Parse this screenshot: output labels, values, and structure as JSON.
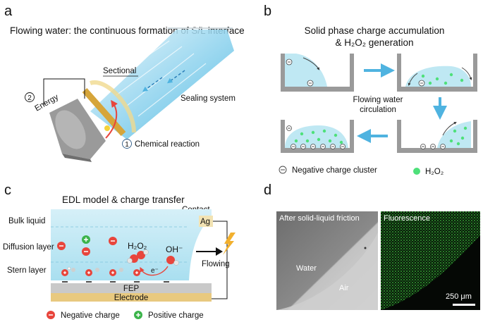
{
  "panels": {
    "a": {
      "letter": "a",
      "title": "Flowing water: the continuous formation of S/L interface",
      "label_sectional": "Sectional",
      "label_energy_num": "2",
      "label_energy": "Energy",
      "label_sealing": "Sealing system",
      "label_chem_num": "1",
      "label_chem": "Chemical reaction"
    },
    "b": {
      "letter": "b",
      "title_line1": "Solid phase charge accumulation",
      "title_line2": "& H₂O₂ generation",
      "flow_line1": "Flowing water",
      "flow_line2": "circulation",
      "legend_neg": "Negative charge cluster",
      "legend_h2o2": "H₂O₂"
    },
    "c": {
      "letter": "c",
      "title": "EDL model & charge transfer",
      "contact": "Contact",
      "ag": "Ag",
      "bulk": "Bulk liquid",
      "diffusion": "Diffusion layer",
      "stern": "Stern layer",
      "h2o2": "H₂O₂",
      "oh": "OH⁻",
      "electron": "e⁻",
      "flowing": "Flowing",
      "fep": "FEP",
      "electrode": "Electrode",
      "legend_neg": "Negative charge",
      "legend_pos": "Positive charge"
    },
    "d": {
      "letter": "d",
      "left_title": "After solid-liquid friction",
      "water": "Water",
      "air": "Air",
      "right_title": "Fluorescence",
      "scale": "250 μm"
    }
  },
  "colors": {
    "water": "#bfe8f3",
    "arrow_blue": "#4fb3e0",
    "neg_red": "#e8453c",
    "pos_green": "#3cb44b",
    "h2o2_green": "#4ee07a",
    "fluorescence": "#2fa82f",
    "fep_gray": "#c9c9c9",
    "electrode_gold": "#e8c97f",
    "lightning": "#f2b02e",
    "wall_gray": "#9a9a9a"
  }
}
